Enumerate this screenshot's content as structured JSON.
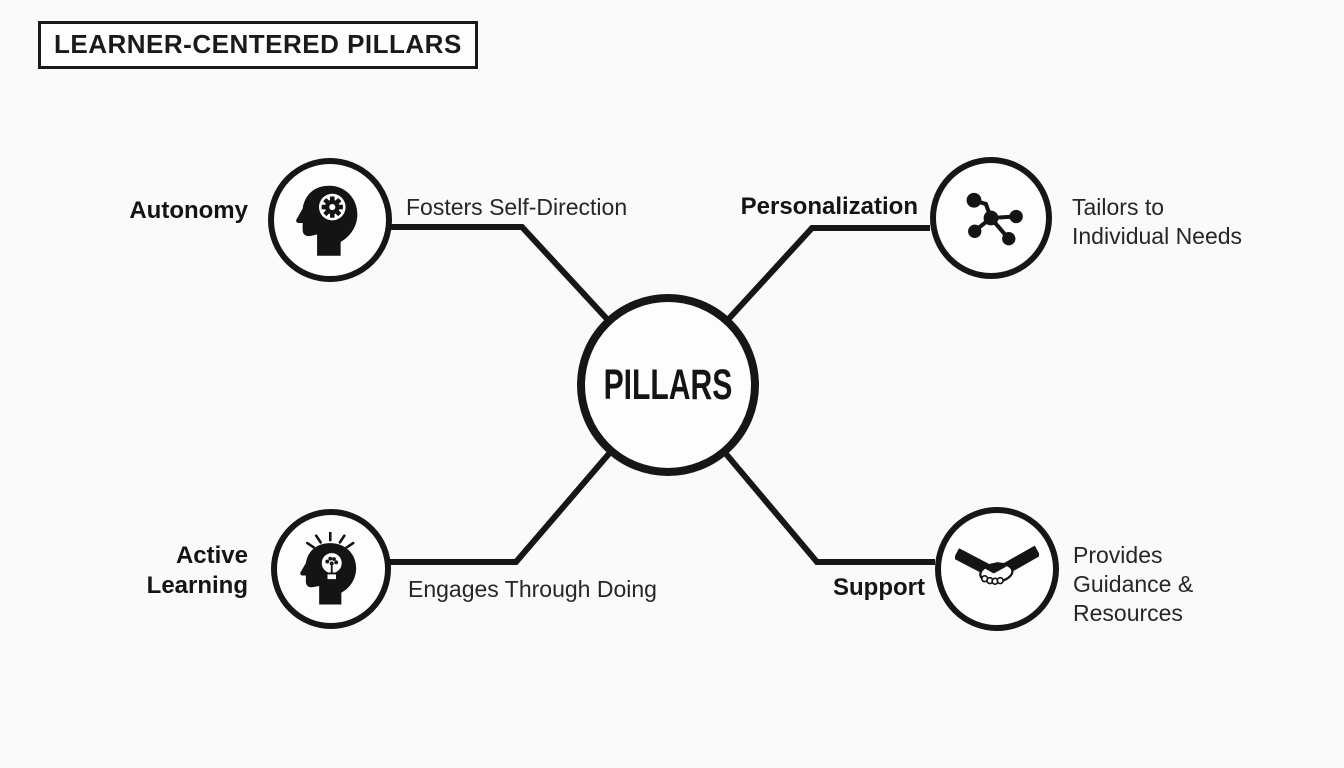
{
  "title": "LEARNER-CENTERED PILLARS",
  "center": {
    "label": "PILLARS"
  },
  "nodes": [
    {
      "id": "autonomy",
      "label": "Autonomy",
      "description": "Fosters Self-Direction",
      "icon": "head-gear-icon",
      "position": "top-left"
    },
    {
      "id": "personalization",
      "label": "Personalization",
      "description": "Tailors to\nIndividual Needs",
      "icon": "network-icon",
      "position": "top-right"
    },
    {
      "id": "active-learning",
      "label": "Active\nLearning",
      "description": "Engages Through Doing",
      "icon": "head-lightbulb-icon",
      "position": "bottom-left"
    },
    {
      "id": "support",
      "label": "Support",
      "description": "Provides\nGuidance &\nResources",
      "icon": "handshake-icon",
      "position": "bottom-right"
    }
  ],
  "colors": {
    "ink": "#1a1a1a",
    "background": "#fafafa",
    "node_fill": "#fdfdfd"
  }
}
